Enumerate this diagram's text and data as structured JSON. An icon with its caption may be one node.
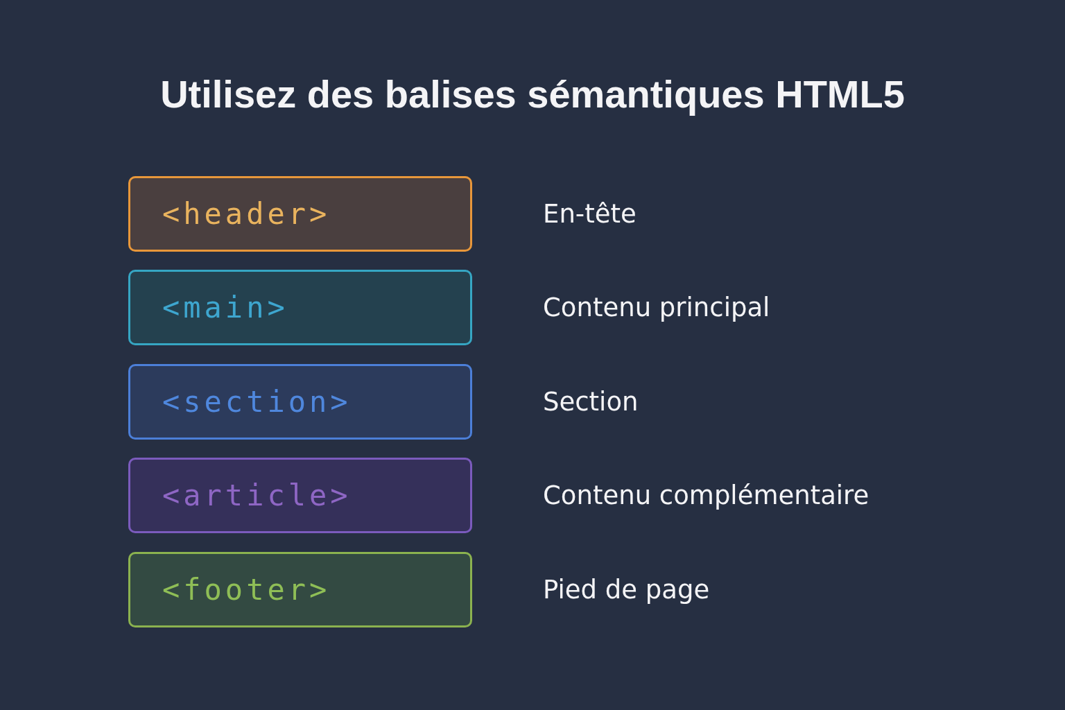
{
  "diagram": {
    "title": "Utilisez des balises sémantiques HTML5",
    "nodes": [
      {
        "text": [
          "<header>"
        ],
        "beside": [
          "En-tête"
        ]
      },
      {
        "text": [
          "<main>"
        ],
        "beside": [
          "Contenu principal"
        ]
      },
      {
        "text": [
          "<section>"
        ],
        "beside": [
          "Section"
        ]
      },
      {
        "text": [
          "<article>"
        ],
        "beside": [
          "Contenu complémentaire"
        ]
      },
      {
        "text": [
          "<footer>"
        ],
        "beside": [
          "Pied de page"
        ]
      }
    ],
    "edges": []
  }
}
